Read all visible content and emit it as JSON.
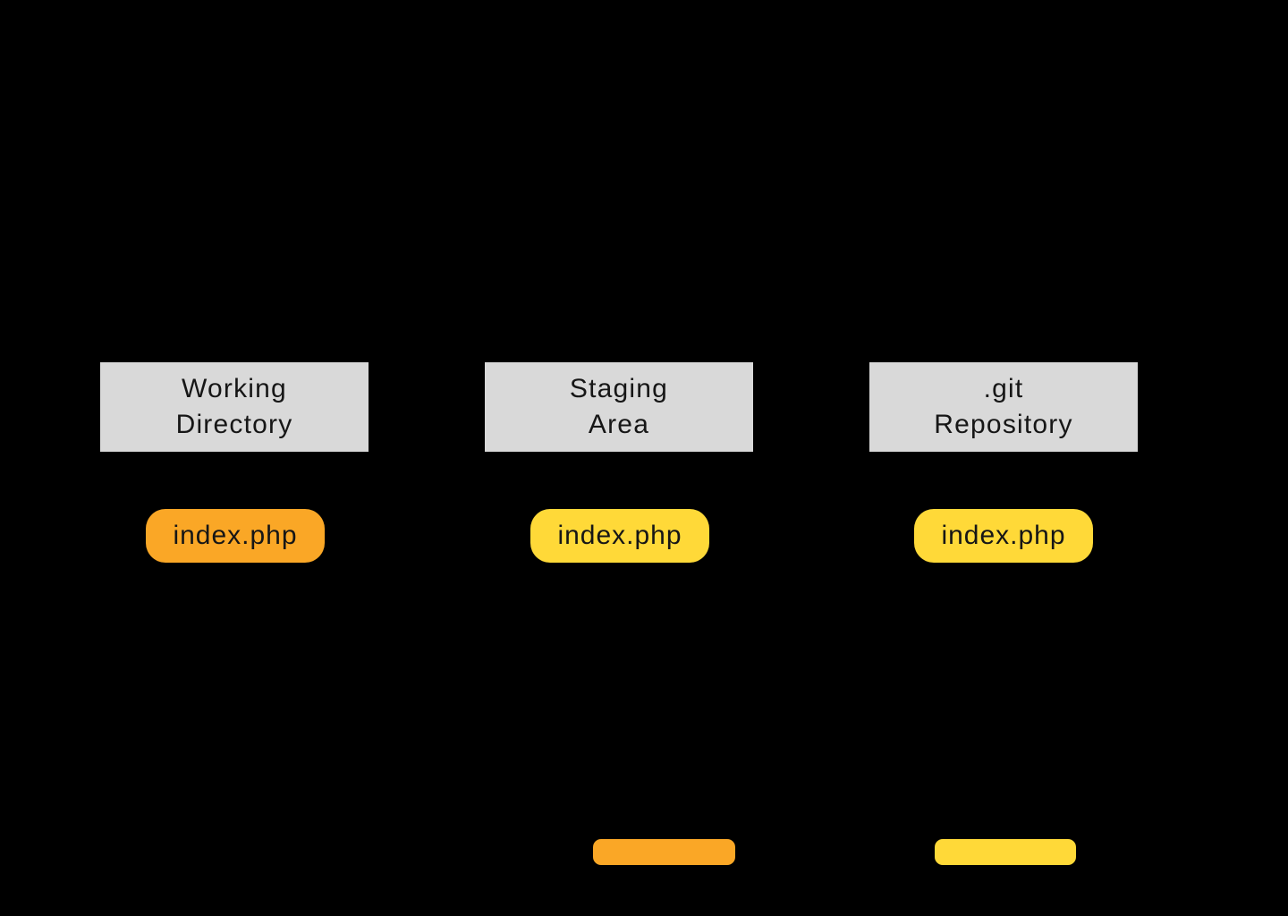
{
  "diagram": {
    "background": "#000000",
    "columns": [
      {
        "key": "working-directory",
        "title": "Working\nDirectory",
        "header_bg": "#D9D9D9",
        "file": "index.php",
        "file_color": "#FAA726"
      },
      {
        "key": "staging-area",
        "title": "Staging\nArea",
        "header_bg": "#D9D9D9",
        "file": "index.php",
        "file_color": "#FFD938"
      },
      {
        "key": "git-repository",
        "title": ".git\nRepository",
        "header_bg": "#D9D9D9",
        "file": "index.php",
        "file_color": "#FFD938"
      }
    ],
    "legend_bars": [
      {
        "key": "orange-bar",
        "color": "#FAA726"
      },
      {
        "key": "yellow-bar",
        "color": "#FFD938"
      }
    ]
  }
}
